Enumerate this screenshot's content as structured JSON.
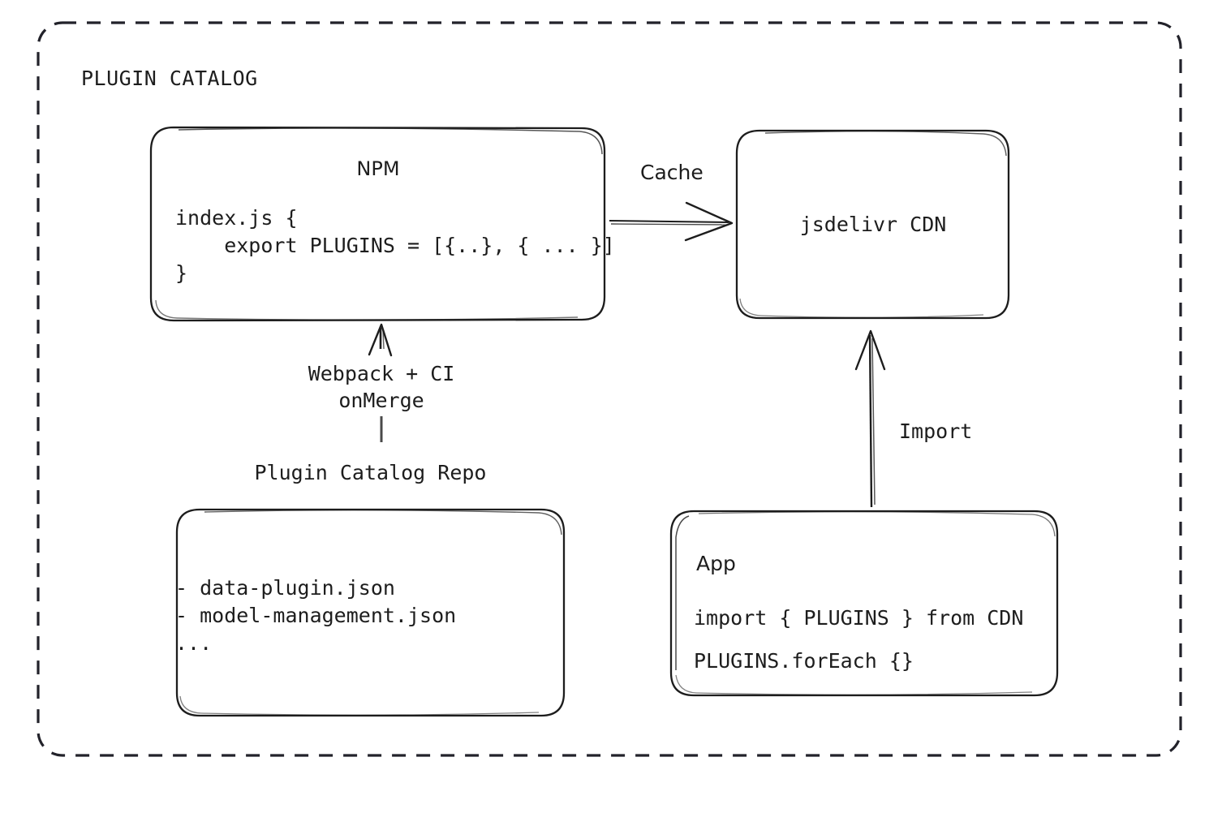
{
  "diagram": {
    "group": {
      "title": "PLUGIN CATALOG",
      "border_style": "dashed",
      "stroke_color": "#22222a"
    },
    "nodes": {
      "npm": {
        "title": "NPM",
        "code": "index.js {\n    export PLUGINS = [{..}, { ... }]\n}"
      },
      "cdn": {
        "title": "jsdelivr CDN"
      },
      "repo": {
        "caption": "Plugin Catalog Repo",
        "items": "- data-plugin.json\n- model-management.json\n..."
      },
      "app": {
        "title": "App",
        "code_line_1": "import { PLUGINS } from CDN",
        "code_line_2": "PLUGINS.forEach {}"
      }
    },
    "edges": {
      "cache": {
        "label": "Cache",
        "from": "npm",
        "to": "cdn",
        "direction": "right"
      },
      "build": {
        "label": "Webpack + CI\nonMerge",
        "from": "repo",
        "to": "npm",
        "direction": "up"
      },
      "import": {
        "label": "Import",
        "from": "app",
        "to": "cdn",
        "direction": "up"
      }
    }
  }
}
